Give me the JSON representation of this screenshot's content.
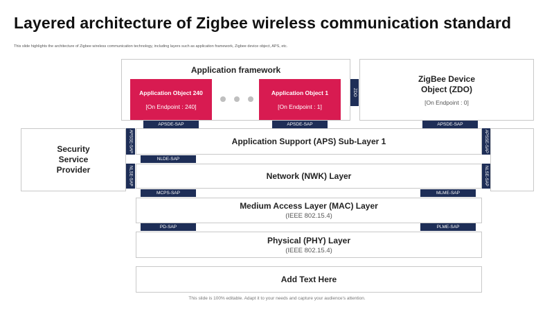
{
  "title": "Layered architecture of Zigbee wireless communication standard",
  "subtitle": "This slide highlights the architecture of Zigbee wireless communication technology, including layers such as application framework, Zigbee device object, APS, etc.",
  "app_framework": {
    "label": "Application framework",
    "objects": [
      {
        "name": "Application Object 240",
        "endpoint": "[On Endpoint : 240]"
      },
      {
        "name": "Application Object 1",
        "endpoint": "[On Endpoint : 1]"
      }
    ]
  },
  "zdo": {
    "name": "ZigBee Device Object (ZDO)",
    "endpoint": "[On Endpoint : 0]"
  },
  "security": {
    "label": "Security Service Provider"
  },
  "layers": {
    "aps": {
      "name": "Application Support (APS) Sub-Layer 1"
    },
    "nwk": {
      "name": "Network (NWK) Layer"
    },
    "mac": {
      "name": "Medium Access Layer (MAC) Layer",
      "sub": "(IEEE 802.15.4)"
    },
    "phy": {
      "name": "Physical (PHY) Layer",
      "sub": "(IEEE 802.15.4)"
    },
    "add": {
      "name": "Add Text Here"
    }
  },
  "tags": {
    "apsde_sap": "APSDE-SAP",
    "zdo_iface": "ZDO",
    "apsse_sap": "APSSE-SAP",
    "nlde_sap": "NLDE-SAP",
    "nlse_sap": "NLSE-SAP",
    "mcps_sap": "MCPS-SAP",
    "mlme_sap": "MLME-SAP",
    "pd_sap": "PD-SAP",
    "plme_sap": "PLME-SAP"
  },
  "footer": "This slide is 100% editable. Adapt it to your needs and capture your audience's attention."
}
